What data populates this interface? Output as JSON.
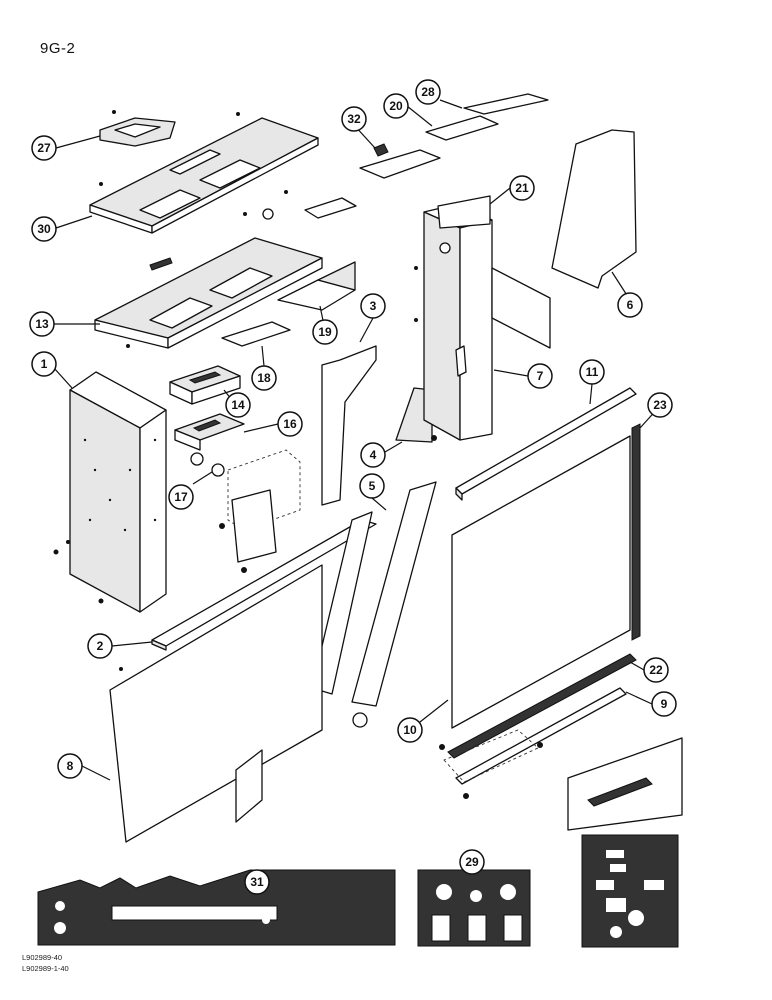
{
  "page_number": "9G-2",
  "image_refs": [
    "L902989-40",
    "L902989-1-40"
  ],
  "callouts": [
    {
      "id": "c1",
      "label": "1"
    },
    {
      "id": "c2",
      "label": "2"
    },
    {
      "id": "c3",
      "label": "3"
    },
    {
      "id": "c4",
      "label": "4"
    },
    {
      "id": "c5",
      "label": "5"
    },
    {
      "id": "c6",
      "label": "6"
    },
    {
      "id": "c7",
      "label": "7"
    },
    {
      "id": "c8",
      "label": "8"
    },
    {
      "id": "c9",
      "label": "9"
    },
    {
      "id": "c10",
      "label": "10"
    },
    {
      "id": "c11",
      "label": "11"
    },
    {
      "id": "c13",
      "label": "13"
    },
    {
      "id": "c14",
      "label": "14"
    },
    {
      "id": "c16",
      "label": "16"
    },
    {
      "id": "c17",
      "label": "17"
    },
    {
      "id": "c18",
      "label": "18"
    },
    {
      "id": "c19",
      "label": "19"
    },
    {
      "id": "c20",
      "label": "20"
    },
    {
      "id": "c21",
      "label": "21"
    },
    {
      "id": "c22",
      "label": "22"
    },
    {
      "id": "c23",
      "label": "23"
    },
    {
      "id": "c27",
      "label": "27"
    },
    {
      "id": "c28",
      "label": "28"
    },
    {
      "id": "c29",
      "label": "29"
    },
    {
      "id": "c30",
      "label": "30"
    },
    {
      "id": "c31",
      "label": "31"
    },
    {
      "id": "c32",
      "label": "32"
    }
  ]
}
